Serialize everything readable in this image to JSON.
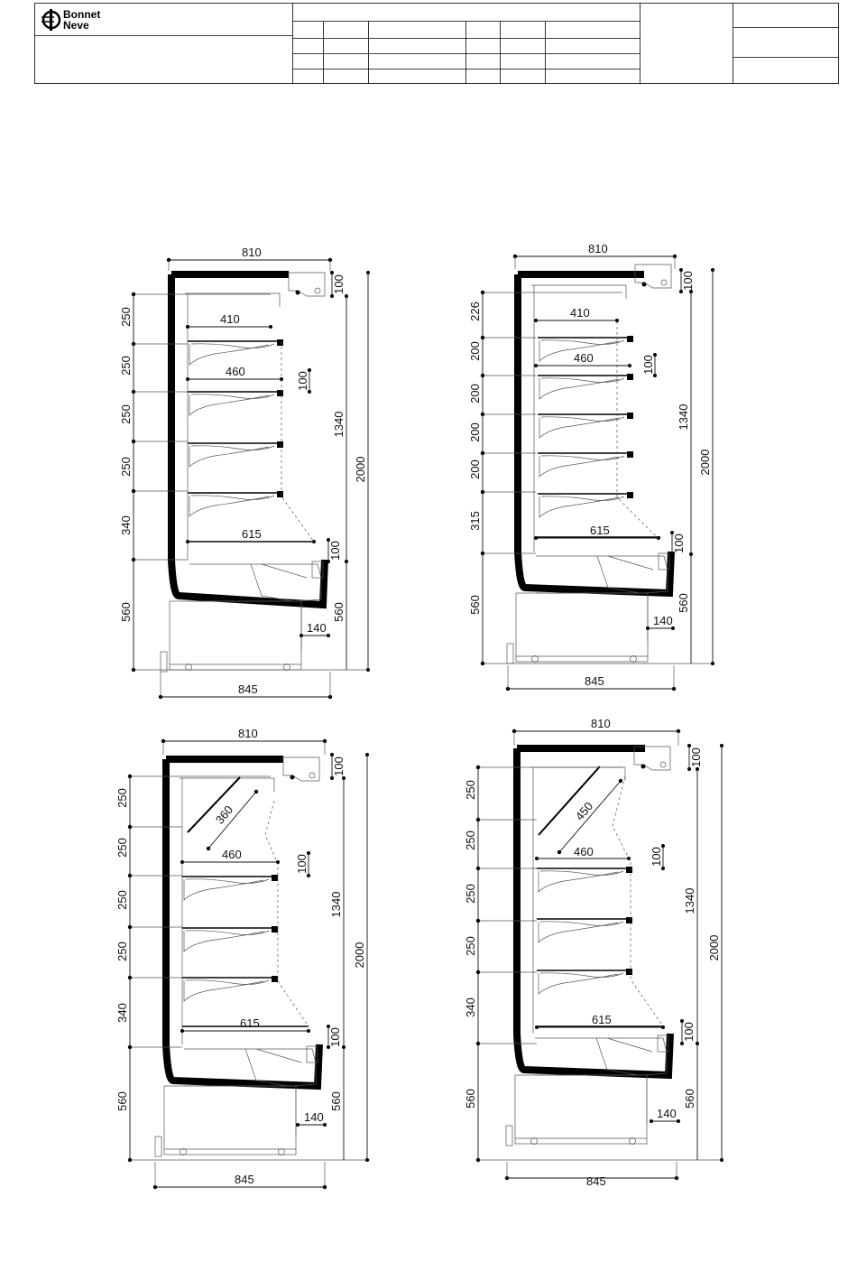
{
  "title_block": {
    "logo": {
      "line1": "Bonnet",
      "line2": "Neve",
      "icon": "bonnet-neve-logo-icon"
    }
  },
  "colors": {
    "ink": "#000000",
    "paper": "#ffffff"
  },
  "views": [
    {
      "id": "a",
      "top_width": "810",
      "bottom_width": "845",
      "left_dims": [
        "250",
        "250",
        "250",
        "250",
        "340",
        "560"
      ],
      "shelf_depths": [
        "410",
        "460",
        "615"
      ],
      "right_small": [
        "100",
        "100",
        "100",
        "140"
      ],
      "right_tall": [
        "1340",
        "2000",
        "560"
      ]
    },
    {
      "id": "b",
      "top_width": "810",
      "bottom_width": "845",
      "left_dims": [
        "226",
        "200",
        "200",
        "200",
        "200",
        "315",
        "560"
      ],
      "shelf_depths": [
        "410",
        "460",
        "615"
      ],
      "right_small": [
        "100",
        "100",
        "100",
        "140"
      ],
      "right_tall": [
        "1340",
        "2000",
        "560"
      ]
    },
    {
      "id": "c",
      "top_width": "810",
      "bottom_width": "845",
      "left_dims": [
        "250",
        "250",
        "250",
        "250",
        "340",
        "560"
      ],
      "shelf_depths": [
        "460",
        "615"
      ],
      "angled_shelf": "360",
      "right_small": [
        "100",
        "100",
        "100",
        "140"
      ],
      "right_tall": [
        "1340",
        "2000",
        "560"
      ]
    },
    {
      "id": "d",
      "top_width": "810",
      "bottom_width": "845",
      "left_dims": [
        "250",
        "250",
        "250",
        "250",
        "340",
        "560"
      ],
      "shelf_depths": [
        "460",
        "615"
      ],
      "angled_shelf": "450",
      "right_small": [
        "100",
        "100",
        "100",
        "140"
      ],
      "right_tall": [
        "1340",
        "2000",
        "560"
      ]
    }
  ]
}
